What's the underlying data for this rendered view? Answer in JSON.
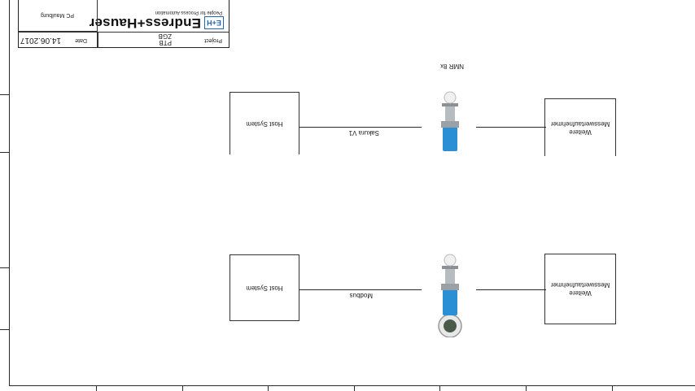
{
  "title_block": {
    "company": "Endress+Hauser",
    "logo_mark": "E+H",
    "tagline": "People for Process Automation",
    "department": "PC Maulburg",
    "date_label": "Date",
    "date_value": "14.06.2017",
    "project_label": "Project",
    "project_line1": "PTB",
    "project_line2": "ZGB"
  },
  "diagrams": [
    {
      "protocol_label": "Sakura V1",
      "device_label": "NMR 8x",
      "host_label": "Host System",
      "other_label": "Weitere Messwertaufnehmer"
    },
    {
      "protocol_label": "Modbus",
      "device_label": "",
      "host_label": "Host System",
      "other_label": "Weitere Messwertaufnehmer"
    }
  ],
  "colors": {
    "device_blue": "#2b8fd6",
    "logo_blue": "#1f66b3",
    "line": "#2a2a2a"
  }
}
